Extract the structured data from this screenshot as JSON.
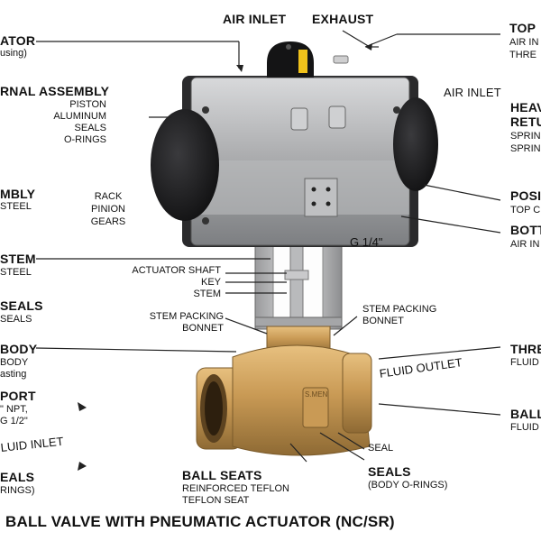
{
  "colors": {
    "actuator_body": "#a9aaac",
    "actuator_dark": "#1b1b1d",
    "brass": "#c99a55",
    "brass_dark": "#8e6a34",
    "indicator_yellow": "#f1c21b",
    "line": "#222222"
  },
  "labels": {
    "air_inlet_top": "AIR INLET",
    "exhaust": "EXHAUST",
    "top_right": "TOP",
    "top_right_sub1": "AIR IN",
    "top_right_sub2": "THRE",
    "actuator_left": "ATOR",
    "actuator_left_sub": "using)",
    "air_inlet_right": "AIR INLET",
    "internal_assembly": "RNAL ASSEMBLY",
    "internal_sub1": "PISTON",
    "internal_sub2": "ALUMINUM",
    "internal_sub3": "SEALS",
    "internal_sub4": "O-RINGS",
    "heavy_right": "HEAV",
    "heavy_right2": "RETU",
    "heavy_sub1": "SPRIN",
    "heavy_sub2": "SPRIN",
    "assembly_left": "MBLY",
    "assembly_left_sub": "STEEL",
    "rack": "RACK",
    "pinion": "PINION",
    "gears": "GEARS",
    "pos_right": "POSI",
    "pos_right_sub": "TOP C",
    "bott_right": "BOTT",
    "bott_right_sub": "AIR IN",
    "g_quarter": "G 1/4\"",
    "stem_left": "STEM",
    "stem_left_sub": "STEEL",
    "actuator_shaft": "ACTUATOR SHAFT",
    "key": "KEY",
    "stem": "STEM",
    "seals_left": "SEALS",
    "seals_left_sub": "SEALS",
    "stem_packing_left": "STEM PACKING",
    "bonnet_left": "BONNET",
    "stem_packing_right": "STEM PACKING",
    "bonnet_right": "BONNET",
    "body_left": "BODY",
    "body_left_sub1": "BODY",
    "body_left_sub2": "asting",
    "thre_right": "THRE",
    "thre_right_sub": "FLUID",
    "fluid_outlet": "FLUID OUTLET",
    "port_left": "PORT",
    "port_left_sub1": "\" NPT,",
    "port_left_sub2": "G 1/2\"",
    "ball_right": "BALL",
    "ball_right_sub": "FLUID",
    "fluid_inlet": "LUID INLET",
    "seal": "SEAL",
    "seals_left2": "EALS",
    "seals_left2_sub": "RINGS)",
    "ball_seats": "BALL SEATS",
    "ball_seats_sub1": "REINFORCED TEFLON",
    "ball_seats_sub2": "TEFLON SEAT",
    "seals_bottom": "SEALS",
    "seals_bottom_sub": "(BODY O-RINGS)",
    "caption": "BALL VALVE WITH PNEUMATIC ACTUATOR (NC/SR)",
    "valve_marking": "S.MEN"
  }
}
